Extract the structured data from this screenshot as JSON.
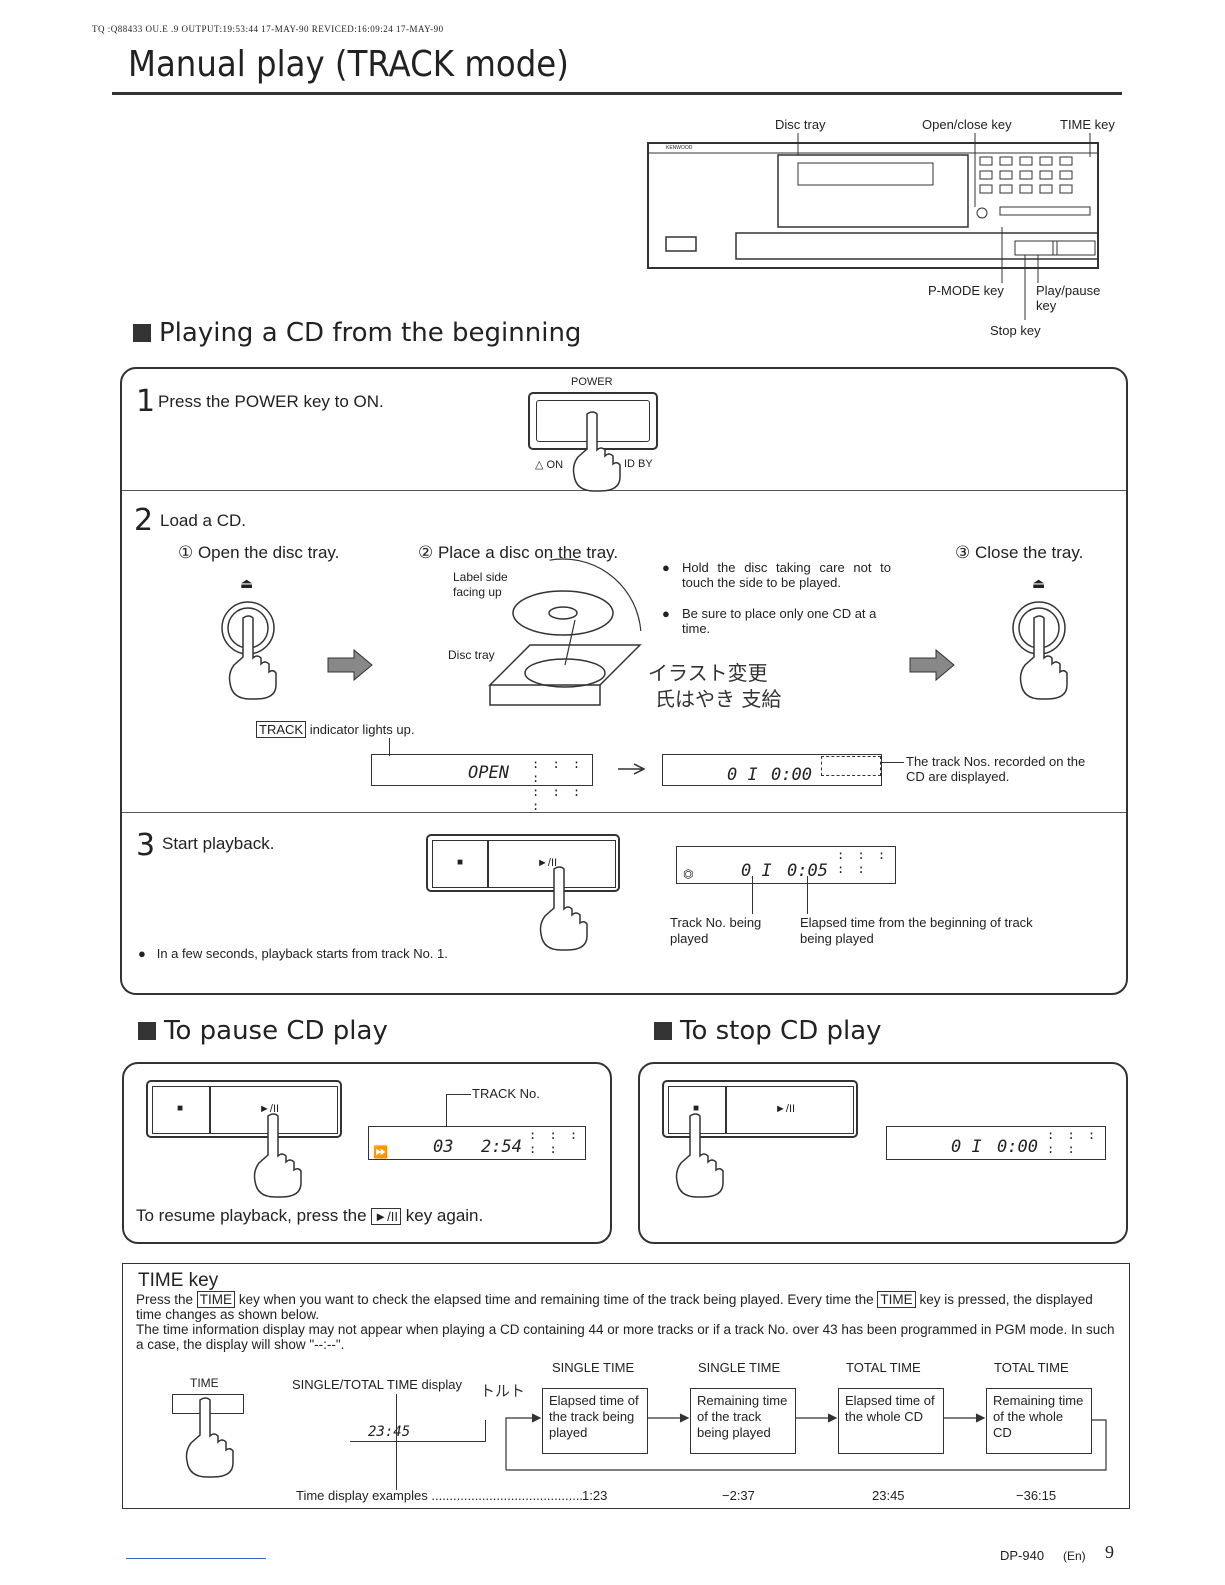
{
  "header_meta": "TQ :Q88433 OU.E  .9  OUTPUT:19:53:44   17-MAY-90  REVICED:16:09:24   17-MAY-90",
  "title": "Manual play (TRACK mode)",
  "diagram": {
    "disc_tray": "Disc tray",
    "open_close_key": "Open/close key",
    "time_key": "TIME key",
    "pmode_key": "P-MODE key",
    "play_pause_key": "Play/pause key",
    "stop_key": "Stop key",
    "brand": "KENWOOD"
  },
  "section_playing": "Playing a CD from the beginning",
  "step1": {
    "num": "1",
    "text": "Press the POWER key to ON.",
    "power_label": "POWER",
    "on_label": "ON",
    "stby_label": "ID BY"
  },
  "step2": {
    "num": "2",
    "text": "Load a CD.",
    "sub1": "① Open the disc tray.",
    "sub2": "② Place a disc on the tray.",
    "sub3": "③ Close the tray.",
    "label_side": "Label side facing up",
    "disc_tray": "Disc tray",
    "bullet1": "Hold the disc taking care not to touch the side to be played.",
    "bullet2": "Be sure to place only one CD at a time.",
    "handwritten1": "イラスト変更",
    "handwritten2": "氏はやき 支給",
    "track_indicator": "TRACK",
    "track_indicator_suffix": "indicator lights up.",
    "lcd_open": "OPEN",
    "lcd_track": "0 I",
    "lcd_time": "0:00",
    "track_nos_note": "The track Nos. recorded on the CD are displayed."
  },
  "step3": {
    "num": "3",
    "text": "Start playback.",
    "lcd_track": "0 I",
    "lcd_time": "0:05",
    "track_no_label": "Track No. being played",
    "elapsed_label": "Elapsed time from the beginning of track being played",
    "note": "In a few seconds, playback starts from track No. 1."
  },
  "section_pause": "To pause CD play",
  "pause": {
    "track_no": "TRACK No.",
    "lcd_track": "03",
    "lcd_time": "2:54",
    "resume_pre": "To resume playback, press the",
    "resume_key": "►/II",
    "resume_post": "key again."
  },
  "section_stop": "To stop CD play",
  "stop": {
    "lcd_track": "0 I",
    "lcd_time": "0:00"
  },
  "time_key": {
    "heading": "TIME key",
    "p1_pre": "Press the",
    "p1_key": "TIME",
    "p1_mid": "key when you want to check the elapsed time and remaining time of the track being played. Every time the",
    "p1_key2": "TIME",
    "p1_post": "key is pressed, the displayed time changes as shown below.",
    "p2": "The time information display may not appear when playing a CD containing 44 or more tracks or if a track No. over 43 has been programmed in PGM mode. In such a case, the display will show \"--:--\".",
    "time_label": "TIME",
    "display_label": "SINGLE/TOTAL TIME display",
    "lcd_time": "23:45",
    "handwritten": "トルト",
    "modes": [
      {
        "head": "SINGLE TIME",
        "box": "Elapsed time of the track being played",
        "example": "1:23"
      },
      {
        "head": "SINGLE TIME",
        "box": "Remaining time of the track being played",
        "example": "−2:37"
      },
      {
        "head": "TOTAL TIME",
        "box": "Elapsed time of the whole CD",
        "example": "23:45"
      },
      {
        "head": "TOTAL TIME",
        "box": "Remaining time of the whole CD",
        "example": "−36:15"
      }
    ],
    "examples_label": "Time display examples"
  },
  "footer": {
    "model": "DP-940",
    "lang": "(En)",
    "page": "9"
  }
}
